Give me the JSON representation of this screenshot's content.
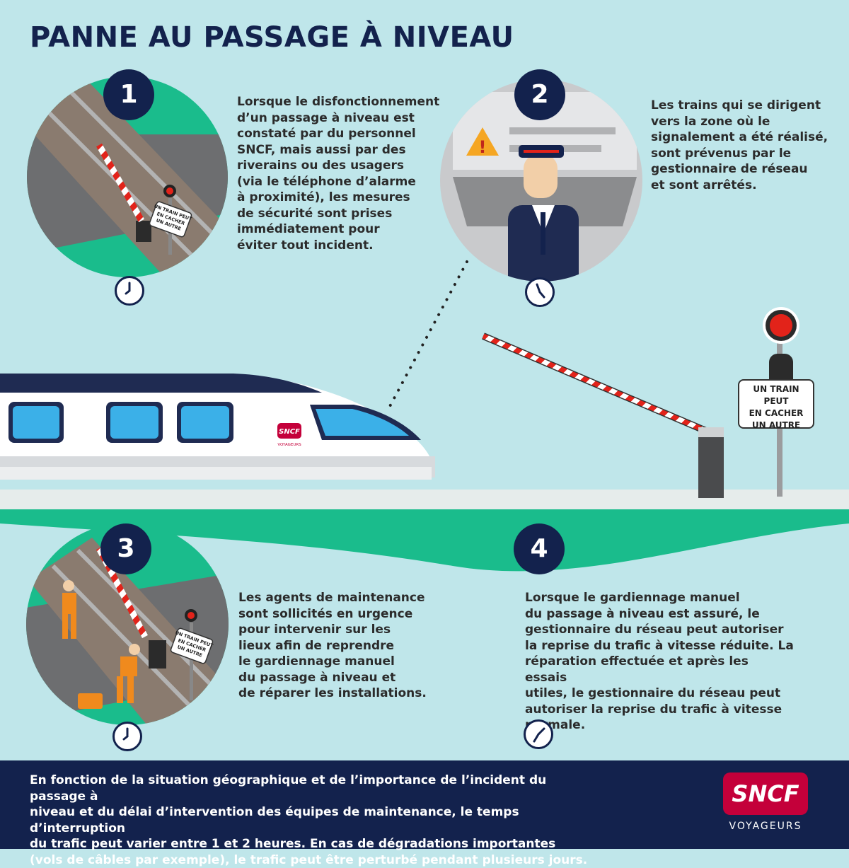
{
  "title": "PANNE AU PASSAGE À NIVEAU",
  "steps": [
    {
      "number": "1",
      "text": "Lorsque le disfonctionnement\nd’un passage à niveau est\nconstaté par du personnel\nSNCF, mais aussi par des\nriverains ou des usagers\n(via le téléphone d’alarme\nà proximité), les mesures\nde sécurité sont prises\nimmédiatement pour\néviter tout incident."
    },
    {
      "number": "2",
      "text": "Les trains qui se dirigent\nvers la zone où le\nsignalement a été réalisé,\nsont prévenus par le\ngestionnaire de réseau\net sont arrêtés."
    },
    {
      "number": "3",
      "text": "Les agents de maintenance\nsont sollicités en urgence\npour intervenir sur les\nlieux afin de reprendre\nle gardiennage manuel\ndu passage à niveau et\nde réparer les installations."
    },
    {
      "number": "4",
      "text": "Lorsque le gardiennage manuel\ndu passage à niveau est assuré, le\ngestionnaire du réseau peut autoriser\nla reprise du trafic à vitesse réduite. La\nréparation effectuée et après les essais\nutiles, le gestionnaire du réseau peut\nautoriser la reprise du trafic à vitesse\nnormale."
    }
  ],
  "sign_text": "UN TRAIN PEUT\nEN CACHER\nUN AUTRE",
  "train_logo": {
    "brand": "SNCF",
    "sub": "VOYAGEURS"
  },
  "footer": {
    "text": "En fonction de la situation géographique et de l’importance de l’incident du passage à\nniveau et du délai d’intervention des équipes de maintenance, le temps d’interruption\ndu trafic peut varier entre 1 et 2 heures. En cas de dégradations importantes\n(vols de câbles par exemple), le trafic peut être perturbé pendant plusieurs jours.",
    "logo_brand": "SNCF",
    "logo_sub": "VOYAGEURS"
  },
  "colors": {
    "background": "#bfe6ea",
    "navy": "#13224d",
    "green": "#1abc8c",
    "red": "#e2231a",
    "sncf_red": "#c4003a"
  }
}
